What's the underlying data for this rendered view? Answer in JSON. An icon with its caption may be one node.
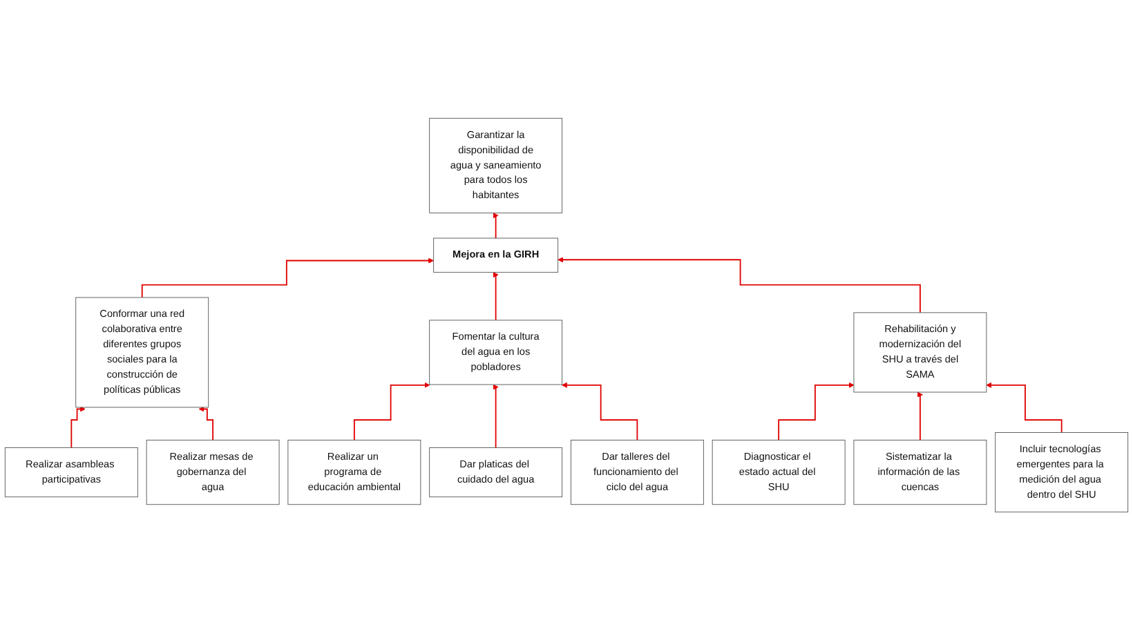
{
  "diagram": {
    "nodes": [
      {
        "text": [
          "Garantizar la disponibilidad de agua y saneamiento para todos los habitantes"
        ]
      },
      {
        "text": [
          "Mejora en la GIRH"
        ]
      },
      {
        "text": [
          "Conformar una red colaborativa entre diferentes grupos sociales para la construcción de políticas públicas"
        ]
      },
      {
        "text": [
          "Fomentar la cultura del agua en los pobladores"
        ]
      },
      {
        "text": [
          "Rehabilitación y modernización del SHU a través del SAMA"
        ]
      },
      {
        "text": [
          "Realizar asambleas participativas"
        ]
      },
      {
        "text": [
          "Realizar mesas de gobernanza del agua"
        ]
      },
      {
        "text": [
          "Realizar un programa de educación ambiental"
        ]
      },
      {
        "text": [
          "Dar platicas del cuidado del agua"
        ]
      },
      {
        "text": [
          "Dar talleres del funcionamiento del ciclo del agua"
        ]
      },
      {
        "text": [
          "Diagnosticar el estado actual del SHU"
        ]
      },
      {
        "text": [
          "Sistematizar la información de las cuencas"
        ]
      },
      {
        "text": [
          "Incluir tecnologías emergentes para la medición del agua dentro del SHU"
        ]
      }
    ],
    "edges": [
      {
        "from": 1,
        "to": 0,
        "arrow": "to"
      },
      {
        "from": 2,
        "to": 1,
        "arrow": "to"
      },
      {
        "from": 3,
        "to": 1,
        "arrow": "to"
      },
      {
        "from": 4,
        "to": 1,
        "arrow": "to"
      },
      {
        "from": 5,
        "to": 2,
        "arrow": "to"
      },
      {
        "from": 6,
        "to": 2,
        "arrow": "to"
      },
      {
        "from": 7,
        "to": 3,
        "arrow": "to"
      },
      {
        "from": 8,
        "to": 3,
        "arrow": "to"
      },
      {
        "from": 9,
        "to": 3,
        "arrow": "to"
      },
      {
        "from": 10,
        "to": 4,
        "arrow": "to"
      },
      {
        "from": 11,
        "to": 4,
        "arrow": "to"
      },
      {
        "from": 12,
        "to": 4,
        "arrow": "to"
      }
    ]
  }
}
